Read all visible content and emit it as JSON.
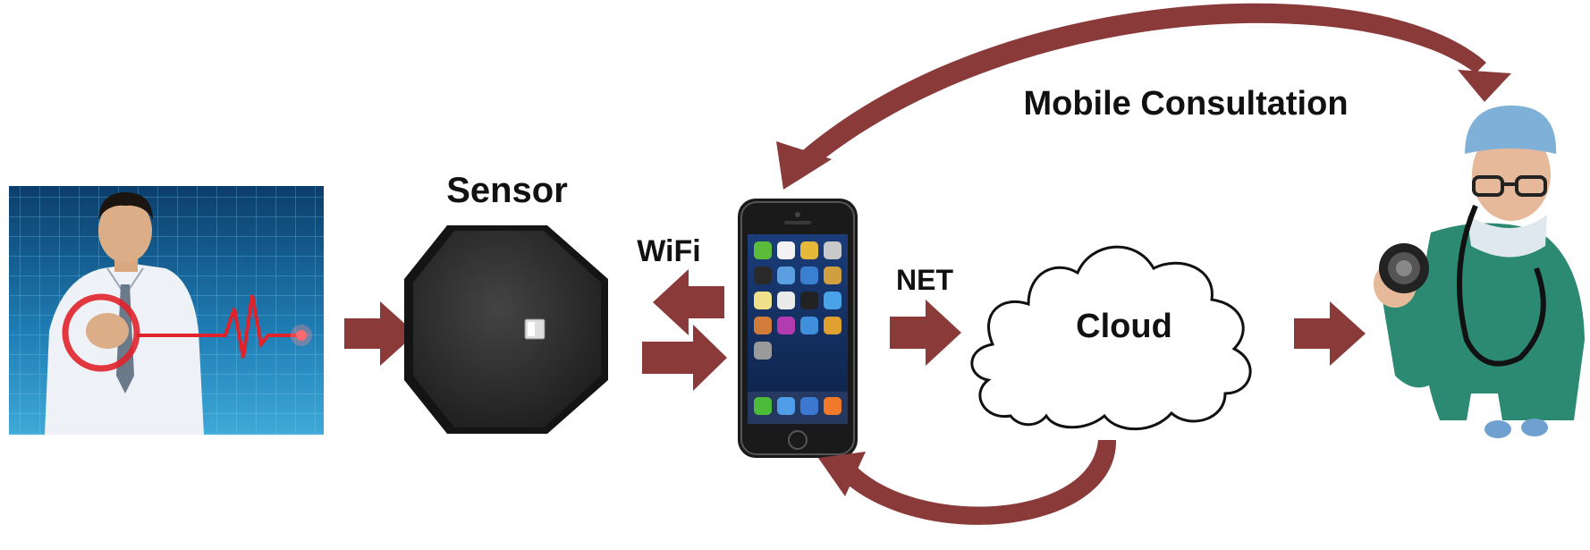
{
  "labels": {
    "mobile_consultation": "Mobile Consultation",
    "sensor": "Sensor",
    "wifi": "WiFi",
    "net": "NET",
    "cloud": "Cloud"
  },
  "colors": {
    "arrow": "#8b3a3a",
    "grid_bg_dark": "#0b3d6b",
    "grid_bg_light": "#3fa9d8",
    "heartbeat": "#e0222b",
    "sensor_body": "#2e2e2e",
    "phone_body": "#1a1a1a",
    "scrubs": "#2c8a72",
    "cap": "#7fb0d8"
  },
  "icons": {
    "patient": "patient-chest-pain-image",
    "sensor": "wearable-sensor-image",
    "phone": "smartphone-image",
    "cloud": "cloud-icon",
    "doctor": "doctor-stethoscope-image"
  }
}
